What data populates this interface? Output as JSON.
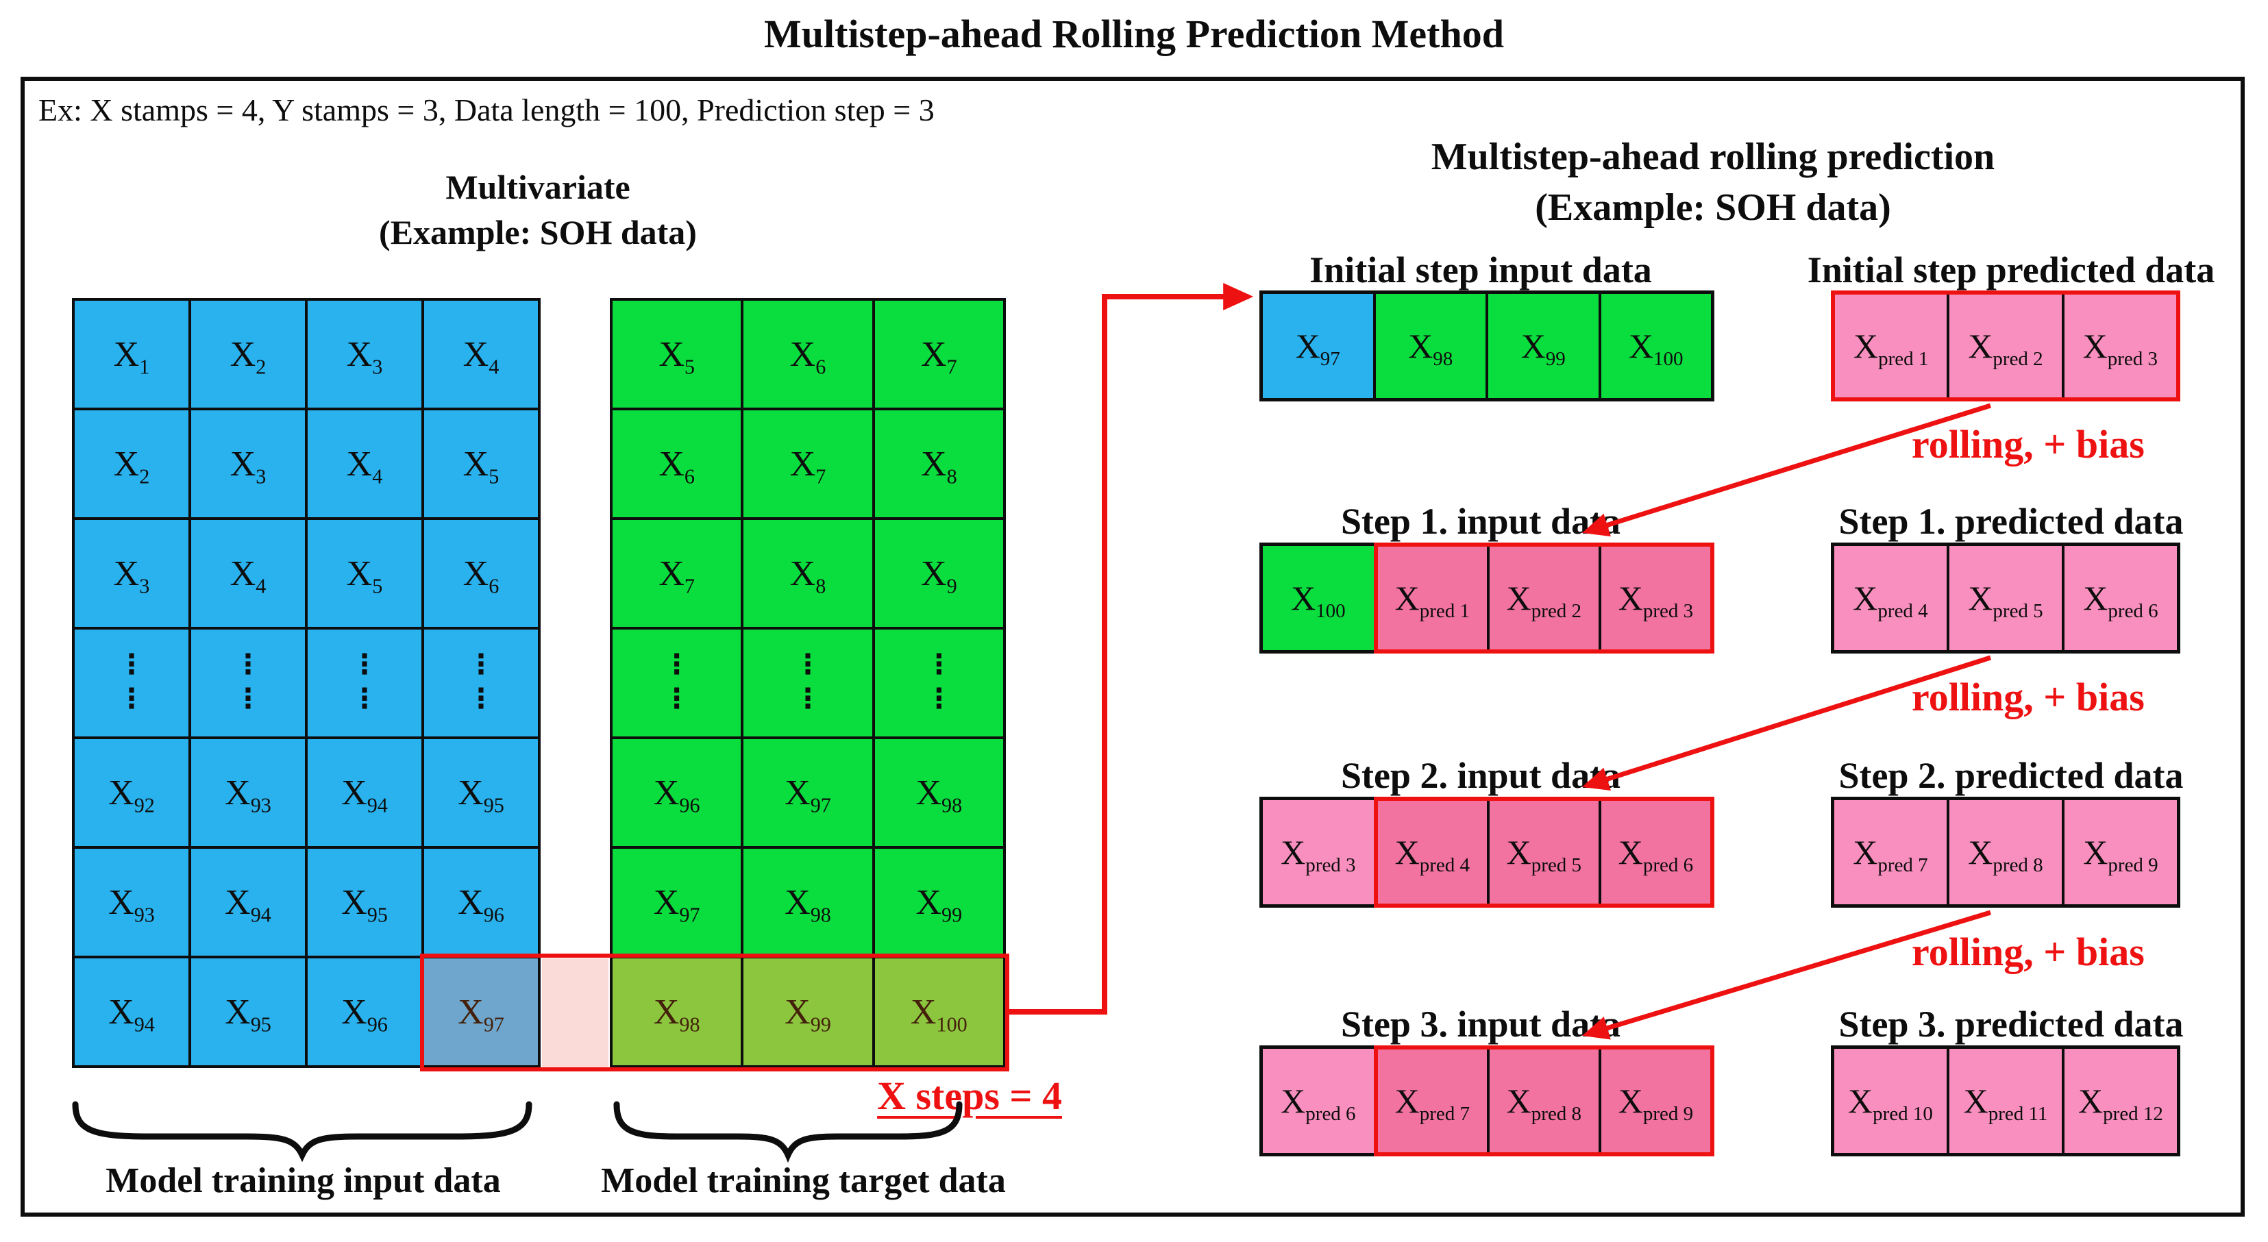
{
  "title": "Multistep-ahead Rolling Prediction Method",
  "example_line": "Ex: X stamps = 4, Y stamps = 3, Data length = 100, Prediction step = 3",
  "colors": {
    "ink": "#0d0d0d",
    "red": "#ee1111",
    "blue": "#29b2ee",
    "green": "#0ade3e",
    "hl_blue": "#6fa6cd",
    "hl_green": "#8cc63f",
    "hl_text": "#43200a",
    "gap_pink": "#fbdbd8",
    "pink": "#f98fbe",
    "pink_deep": "#f2739f"
  },
  "left": {
    "title_line1": "Multivariate",
    "title_line2": "(Example: SOH data)",
    "blue_grid": {
      "highlight_cell": [
        6,
        3
      ],
      "rows": [
        [
          {
            "b": "X",
            "s": "1"
          },
          {
            "b": "X",
            "s": "2"
          },
          {
            "b": "X",
            "s": "3"
          },
          {
            "b": "X",
            "s": "4"
          }
        ],
        [
          {
            "b": "X",
            "s": "2"
          },
          {
            "b": "X",
            "s": "3"
          },
          {
            "b": "X",
            "s": "4"
          },
          {
            "b": "X",
            "s": "5"
          }
        ],
        [
          {
            "b": "X",
            "s": "3"
          },
          {
            "b": "X",
            "s": "4"
          },
          {
            "b": "X",
            "s": "5"
          },
          {
            "b": "X",
            "s": "6"
          }
        ],
        [
          "⋮",
          "⋮",
          "⋮",
          "⋮"
        ],
        [
          {
            "b": "X",
            "s": "92"
          },
          {
            "b": "X",
            "s": "93"
          },
          {
            "b": "X",
            "s": "94"
          },
          {
            "b": "X",
            "s": "95"
          }
        ],
        [
          {
            "b": "X",
            "s": "93"
          },
          {
            "b": "X",
            "s": "94"
          },
          {
            "b": "X",
            "s": "95"
          },
          {
            "b": "X",
            "s": "96"
          }
        ],
        [
          {
            "b": "X",
            "s": "94"
          },
          {
            "b": "X",
            "s": "95"
          },
          {
            "b": "X",
            "s": "96"
          },
          {
            "b": "X",
            "s": "97"
          }
        ]
      ]
    },
    "green_grid": {
      "highlight_row": 6,
      "rows": [
        [
          {
            "b": "X",
            "s": "5"
          },
          {
            "b": "X",
            "s": "6"
          },
          {
            "b": "X",
            "s": "7"
          }
        ],
        [
          {
            "b": "X",
            "s": "6"
          },
          {
            "b": "X",
            "s": "7"
          },
          {
            "b": "X",
            "s": "8"
          }
        ],
        [
          {
            "b": "X",
            "s": "7"
          },
          {
            "b": "X",
            "s": "8"
          },
          {
            "b": "X",
            "s": "9"
          }
        ],
        [
          "⋮",
          "⋮",
          "⋮"
        ],
        [
          {
            "b": "X",
            "s": "96"
          },
          {
            "b": "X",
            "s": "97"
          },
          {
            "b": "X",
            "s": "98"
          }
        ],
        [
          {
            "b": "X",
            "s": "97"
          },
          {
            "b": "X",
            "s": "98"
          },
          {
            "b": "X",
            "s": "99"
          }
        ],
        [
          {
            "b": "X",
            "s": "98"
          },
          {
            "b": "X",
            "s": "99"
          },
          {
            "b": "X",
            "s": "100"
          }
        ]
      ]
    },
    "x_steps_label": "X steps = 4",
    "input_brace_label": "Model training input data",
    "target_brace_label": "Model training target data"
  },
  "right": {
    "title_line1": "Multistep-ahead rolling prediction",
    "title_line2": "(Example: SOH data)",
    "rows": [
      {
        "input_header": "Initial step input data",
        "predicted_header": "Initial step predicted data",
        "input": {
          "cells": [
            {
              "b": "X",
              "s": "97",
              "c": "blue"
            },
            {
              "b": "X",
              "s": "98",
              "c": "green"
            },
            {
              "b": "X",
              "s": "99",
              "c": "green"
            },
            {
              "b": "X",
              "s": "100",
              "c": "green"
            }
          ]
        },
        "predicted": {
          "red_border": true,
          "cells": [
            {
              "b": "X",
              "s": "pred 1",
              "c": "pink"
            },
            {
              "b": "X",
              "s": "pred 2",
              "c": "pink"
            },
            {
              "b": "X",
              "s": "pred 3",
              "c": "pink"
            }
          ]
        },
        "arrow_label": "rolling, + bias"
      },
      {
        "input_header": "Step 1. input data",
        "predicted_header": "Step 1. predicted data",
        "input": {
          "red_group": [
            1,
            3
          ],
          "cells": [
            {
              "b": "X",
              "s": "100",
              "c": "green"
            },
            {
              "b": "X",
              "s": "pred 1",
              "c": "pink_deep"
            },
            {
              "b": "X",
              "s": "pred 2",
              "c": "pink_deep"
            },
            {
              "b": "X",
              "s": "pred 3",
              "c": "pink_deep"
            }
          ]
        },
        "predicted": {
          "cells": [
            {
              "b": "X",
              "s": "pred 4",
              "c": "pink"
            },
            {
              "b": "X",
              "s": "pred 5",
              "c": "pink"
            },
            {
              "b": "X",
              "s": "pred 6",
              "c": "pink"
            }
          ]
        },
        "arrow_label": "rolling, + bias"
      },
      {
        "input_header": "Step 2. input data",
        "predicted_header": "Step 2. predicted data",
        "input": {
          "red_group": [
            1,
            3
          ],
          "cells": [
            {
              "b": "X",
              "s": "pred 3",
              "c": "pink"
            },
            {
              "b": "X",
              "s": "pred 4",
              "c": "pink_deep"
            },
            {
              "b": "X",
              "s": "pred 5",
              "c": "pink_deep"
            },
            {
              "b": "X",
              "s": "pred 6",
              "c": "pink_deep"
            }
          ]
        },
        "predicted": {
          "cells": [
            {
              "b": "X",
              "s": "pred 7",
              "c": "pink"
            },
            {
              "b": "X",
              "s": "pred 8",
              "c": "pink"
            },
            {
              "b": "X",
              "s": "pred 9",
              "c": "pink"
            }
          ]
        },
        "arrow_label": "rolling, + bias"
      },
      {
        "input_header": "Step 3. input data",
        "predicted_header": "Step 3. predicted data",
        "input": {
          "red_group": [
            1,
            3
          ],
          "cells": [
            {
              "b": "X",
              "s": "pred 6",
              "c": "pink"
            },
            {
              "b": "X",
              "s": "pred 7",
              "c": "pink_deep"
            },
            {
              "b": "X",
              "s": "pred 8",
              "c": "pink_deep"
            },
            {
              "b": "X",
              "s": "pred 9",
              "c": "pink_deep"
            }
          ]
        },
        "predicted": {
          "cells": [
            {
              "b": "X",
              "s": "pred 10",
              "c": "pink"
            },
            {
              "b": "X",
              "s": "pred 11",
              "c": "pink"
            },
            {
              "b": "X",
              "s": "pred 12",
              "c": "pink"
            }
          ]
        },
        "arrow_label": null
      }
    ]
  }
}
